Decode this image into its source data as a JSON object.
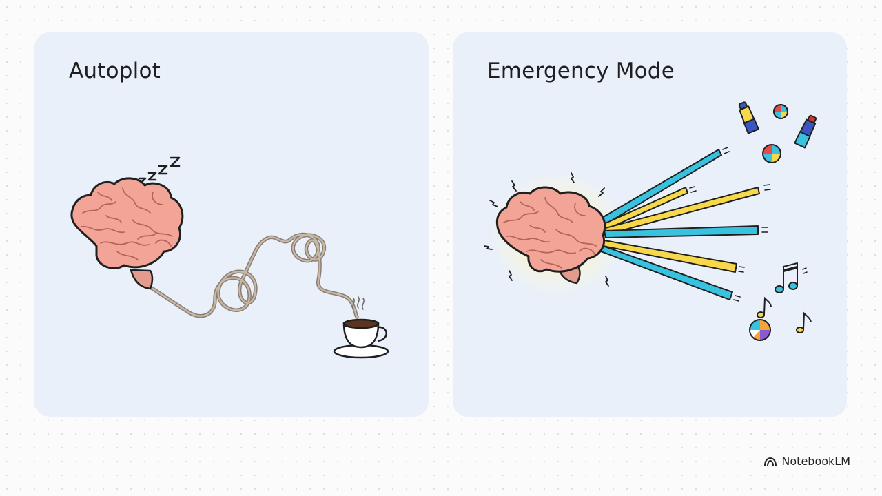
{
  "panels": [
    {
      "title": "Autoplot"
    },
    {
      "title": "Emergency Mode"
    }
  ],
  "brand": {
    "name": "NotebookLM",
    "icon": "notebooklm-logo-icon"
  },
  "colors": {
    "panel_bg": "#e9f0fa",
    "brain": "#f2a597",
    "brain_dark": "#d98a7c",
    "beam_cyan": "#38c2df",
    "beam_yellow": "#f6d84a",
    "glow": "#fff3a6"
  }
}
